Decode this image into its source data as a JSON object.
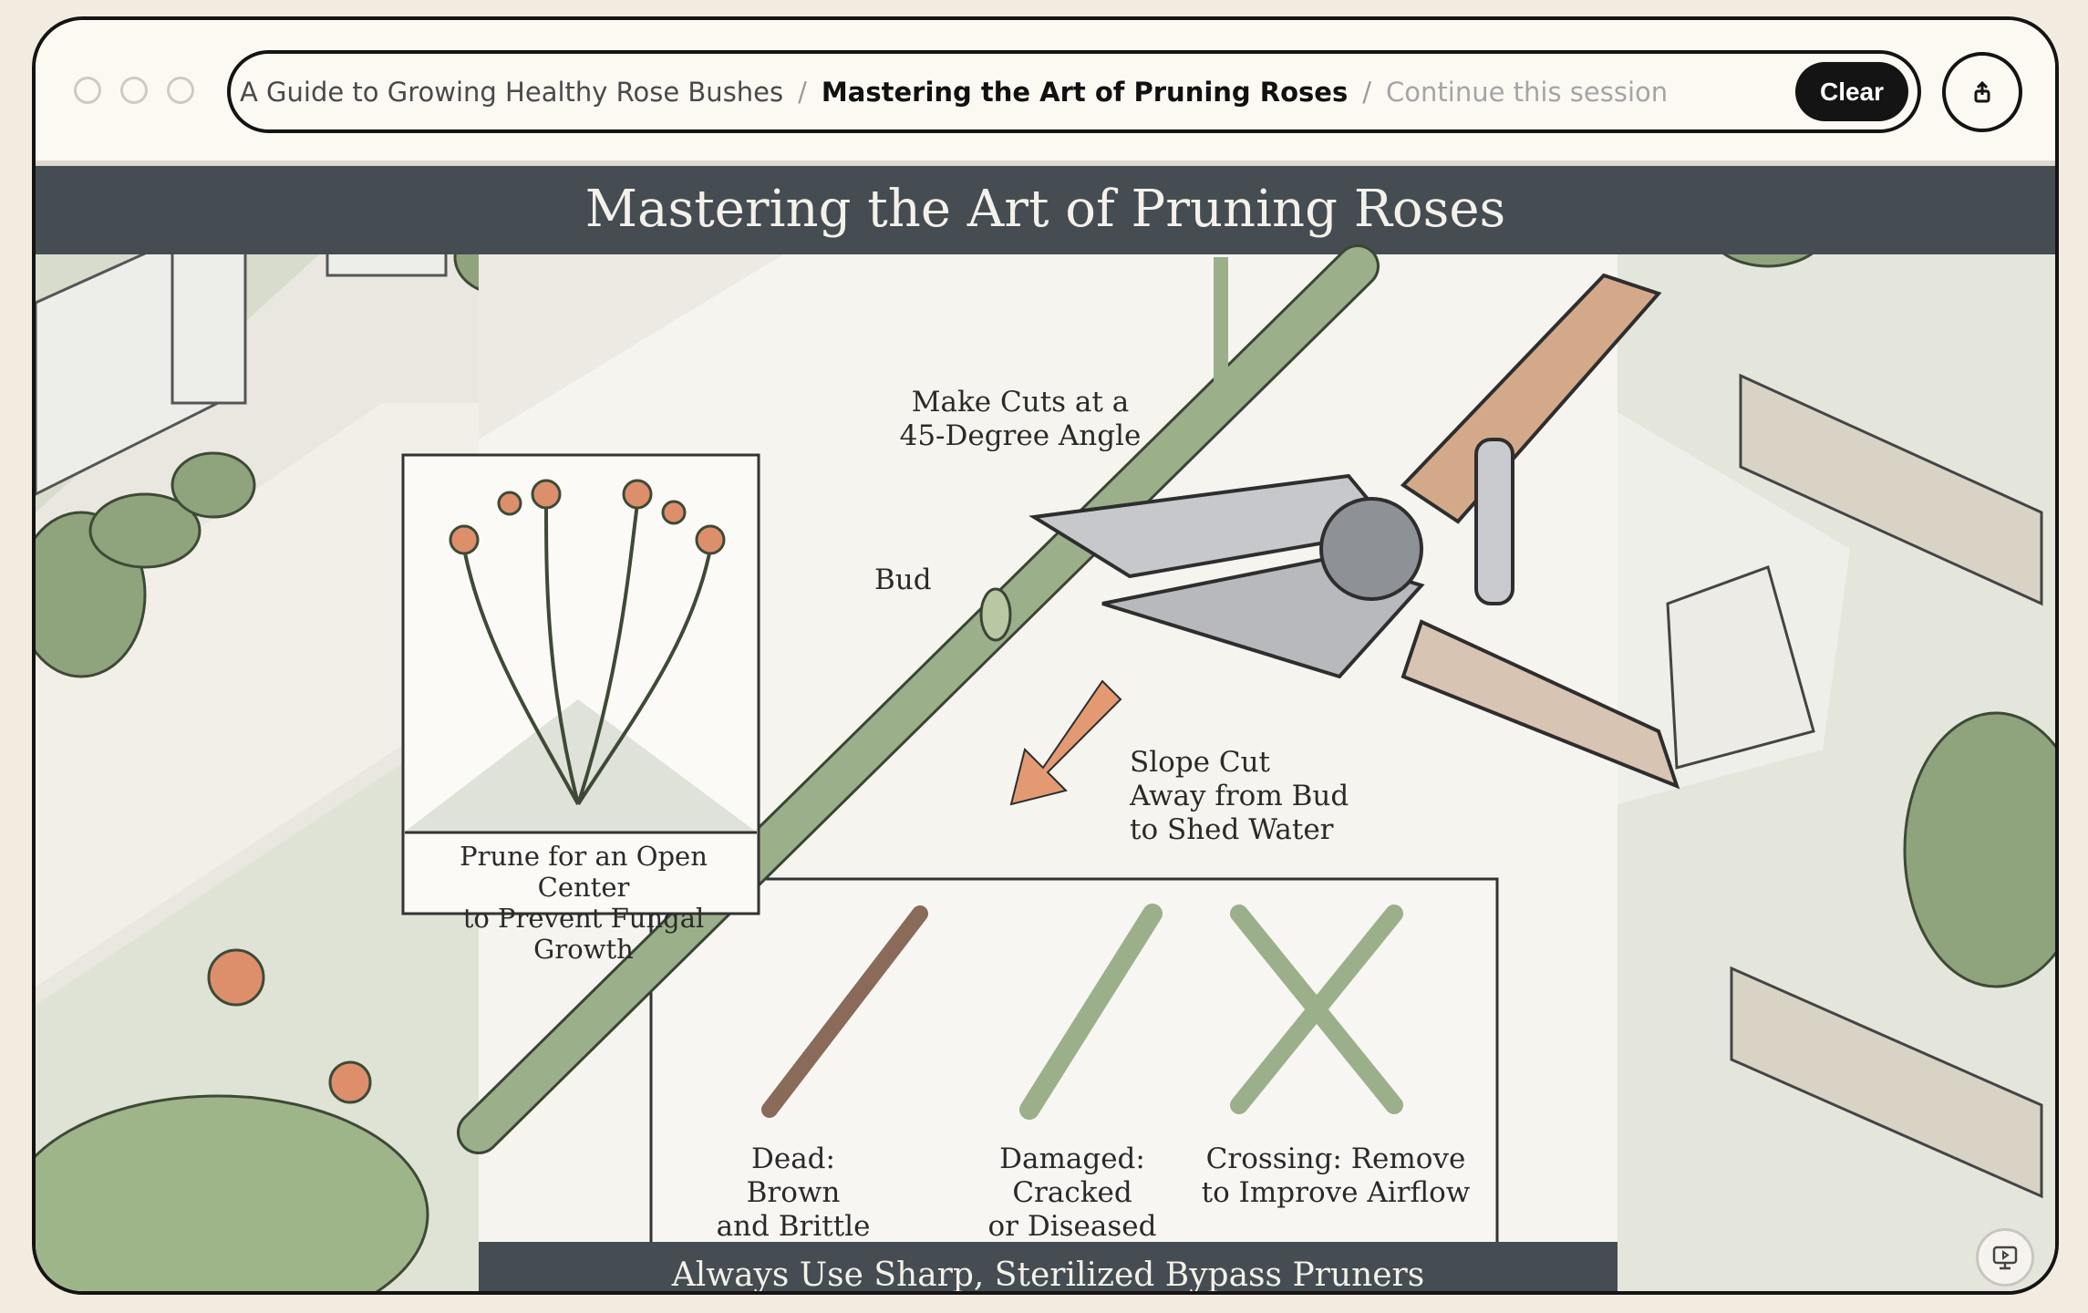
{
  "browser": {
    "breadcrumbs": [
      "A Guide to Growing Healthy Rose Bushes",
      "Mastering the Art of Pruning Roses"
    ],
    "separator": "/",
    "input_placeholder": "Continue this session",
    "clear_label": "Clear",
    "share_icon": "share-icon"
  },
  "slide": {
    "title": "Mastering the Art of Pruning Roses",
    "footer": "Always Use Sharp, Sterilized Bypass Pruners",
    "inset_caption": [
      "Prune for an Open Center",
      "to Prevent Fungal Growth"
    ],
    "angle_label": [
      "Make Cuts at a",
      "45-Degree Angle"
    ],
    "bud_label": "Bud",
    "slope_label": [
      "Slope Cut",
      "Away from Bud",
      "to Shed Water"
    ],
    "examples": [
      {
        "line1": "Dead: Brown",
        "line2": "and Brittle"
      },
      {
        "line1": "Damaged: Cracked",
        "line2": "or Diseased"
      },
      {
        "line1": "Crossing: Remove",
        "line2": "to Improve Airflow"
      }
    ],
    "colors": {
      "banner": "#454d52",
      "stem": "#9bb08a",
      "arrow": "#e39a72"
    }
  },
  "presentation_icon": "presentation-icon"
}
